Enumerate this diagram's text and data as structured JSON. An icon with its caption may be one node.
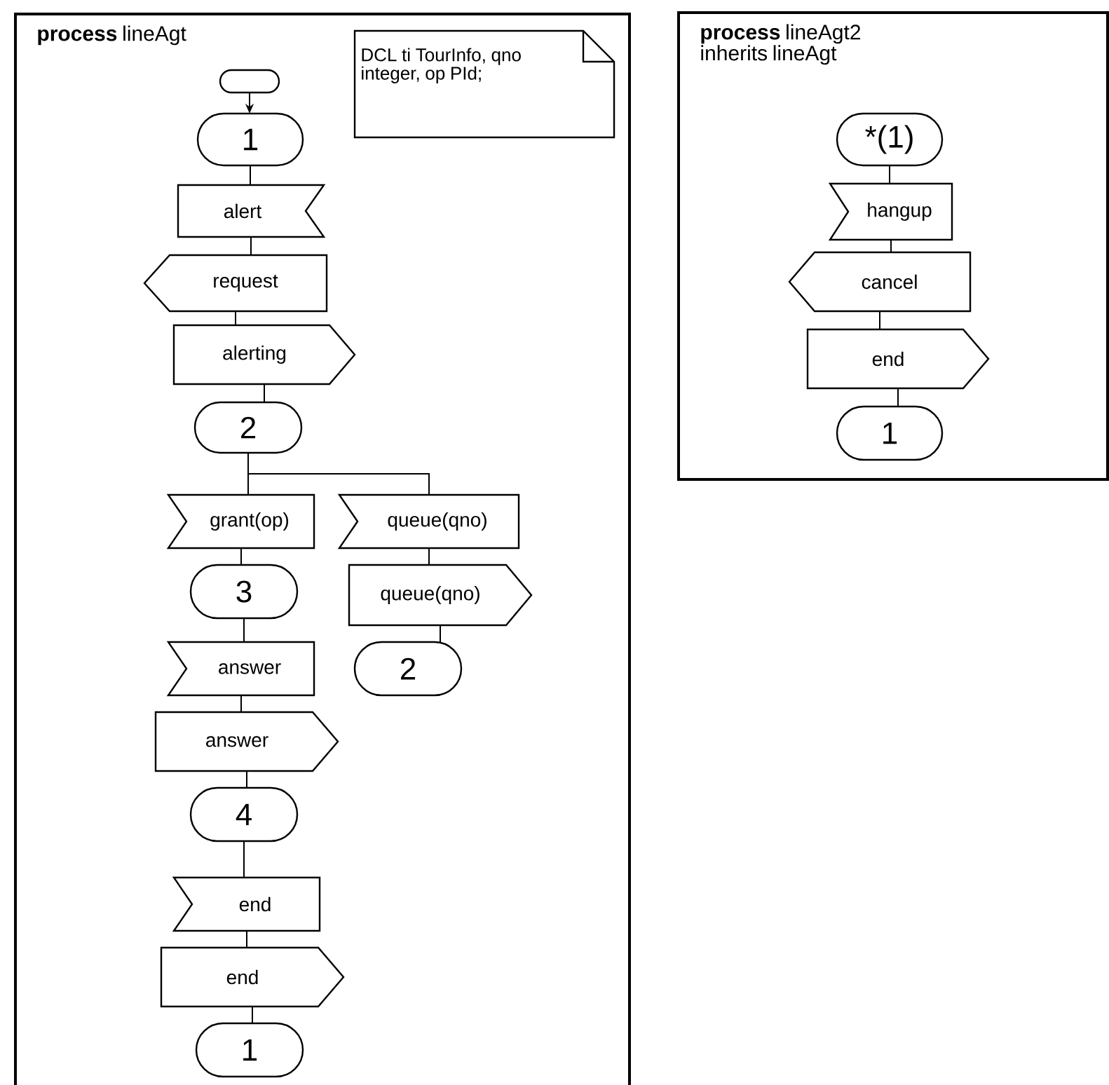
{
  "diagram": {
    "nodes": [
      {
        "text": [
          "**process** lineAgt"
        ]
      },
      {
        "text": [],
        "shape": "oval",
        "in": 0
      },
      {
        "text": [
          "DCL ti TourInfo, qno integer, op PId;"
        ],
        "in": 0
      },
      {
        "text": [
          "1"
        ],
        "in": 0
      },
      {
        "text": [
          "alert"
        ],
        "in": 0
      },
      {
        "text": [
          "request"
        ],
        "in": 0
      },
      {
        "text": [
          "alerting"
        ],
        "in": 0
      },
      {
        "text": [
          "2"
        ],
        "in": 0
      },
      {
        "text": [
          "grant(op)"
        ],
        "in": 0
      },
      {
        "text": [
          "queue(qno)"
        ],
        "in": 0
      },
      {
        "text": [
          "3"
        ],
        "in": 0
      },
      {
        "text": [
          "queue(qno)"
        ],
        "in": 0
      },
      {
        "text": [
          "2"
        ],
        "in": 0
      },
      {
        "text": [
          "answer"
        ],
        "in": 0
      },
      {
        "text": [
          "answer"
        ],
        "in": 0
      },
      {
        "text": [
          "4"
        ],
        "in": 0
      },
      {
        "text": [
          "end"
        ],
        "in": 0
      },
      {
        "text": [
          "end"
        ],
        "in": 0
      },
      {
        "text": [
          "1"
        ],
        "in": 0
      },
      {
        "text": [
          "**process** lineAgt2 inherits lineAgt"
        ]
      },
      {
        "text": [
          "*(1)"
        ],
        "in": 19
      },
      {
        "text": [
          "hangup"
        ],
        "in": 19
      },
      {
        "text": [
          "cancel"
        ],
        "in": 19
      },
      {
        "text": [
          "end"
        ],
        "in": 19
      },
      {
        "text": [
          "1"
        ],
        "in": 19
      }
    ],
    "edges": [
      {
        "from": 1,
        "to": 3,
        "arrow": "to"
      },
      {
        "from": 3,
        "to": 4,
        "arrow": "none"
      },
      {
        "from": 4,
        "to": 5,
        "arrow": "none"
      },
      {
        "from": 5,
        "to": 6,
        "arrow": "none"
      },
      {
        "from": 6,
        "to": 7,
        "arrow": "none"
      },
      {
        "from": 7,
        "to": 8,
        "arrow": "none"
      },
      {
        "from": 7,
        "to": 9,
        "arrow": "none"
      },
      {
        "from": 8,
        "to": 10,
        "arrow": "none"
      },
      {
        "from": 9,
        "to": 11,
        "arrow": "none"
      },
      {
        "from": 11,
        "to": 12,
        "arrow": "none"
      },
      {
        "from": 10,
        "to": 13,
        "arrow": "none"
      },
      {
        "from": 13,
        "to": 14,
        "arrow": "none"
      },
      {
        "from": 14,
        "to": 15,
        "arrow": "none"
      },
      {
        "from": 15,
        "to": 16,
        "arrow": "none"
      },
      {
        "from": 16,
        "to": 17,
        "arrow": "none"
      },
      {
        "from": 17,
        "to": 18,
        "arrow": "none"
      },
      {
        "from": 20,
        "to": 21,
        "arrow": "none"
      },
      {
        "from": 21,
        "to": 22,
        "arrow": "none"
      },
      {
        "from": 22,
        "to": 23,
        "arrow": "none"
      },
      {
        "from": 23,
        "to": 24,
        "arrow": "none"
      }
    ]
  }
}
